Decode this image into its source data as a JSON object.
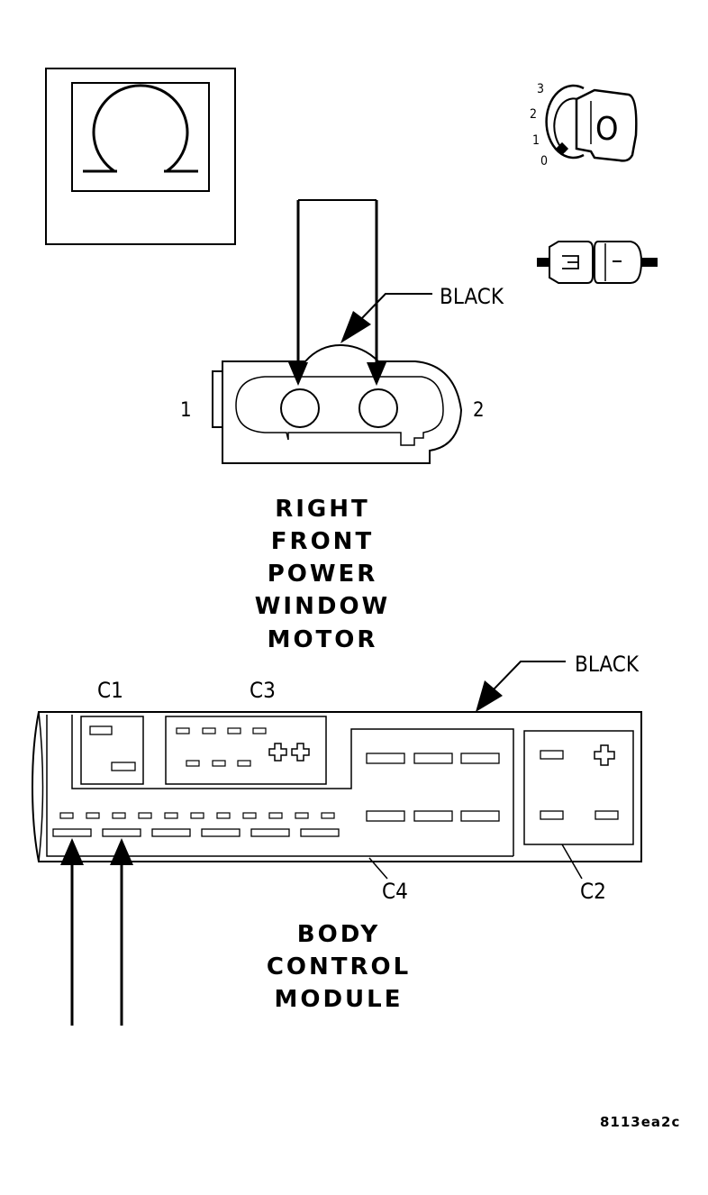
{
  "motor": {
    "connector_color": "BLACK",
    "pin_left": "1",
    "pin_right": "2",
    "title_lines": [
      "RIGHT",
      "FRONT",
      "POWER",
      "WINDOW",
      "MOTOR"
    ]
  },
  "bcm": {
    "connector_color": "BLACK",
    "c1": "C1",
    "c2": "C2",
    "c3": "C3",
    "c4": "C4",
    "title_lines": [
      "BODY",
      "CONTROL",
      "MODULE"
    ]
  },
  "ignition": {
    "positions": [
      "3",
      "2",
      "1",
      "0"
    ],
    "key_label": "O"
  },
  "figure_code": "8113ea2c",
  "meter_symbol": "Ω"
}
